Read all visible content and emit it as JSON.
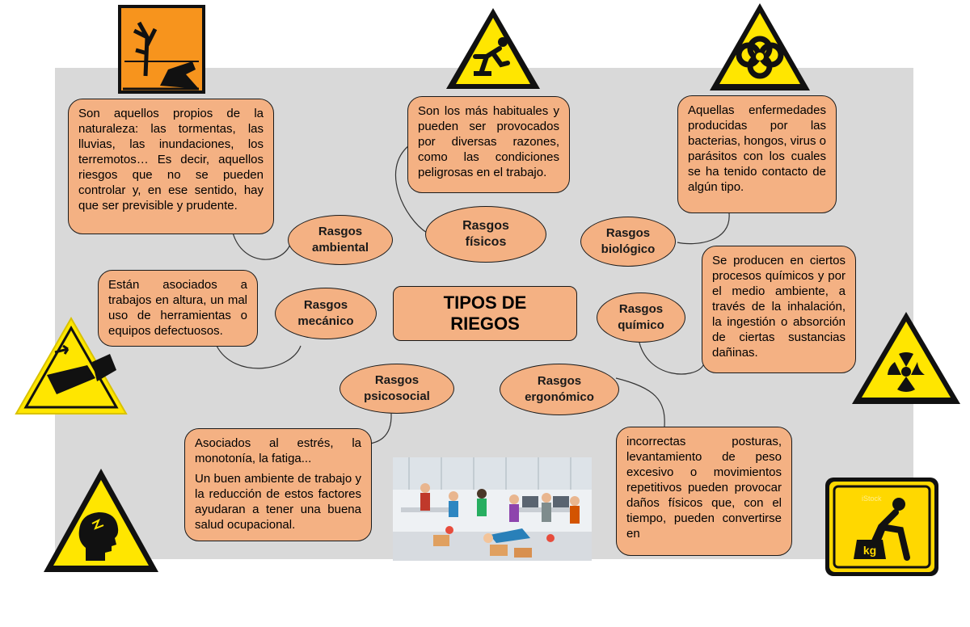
{
  "title": "TIPOS DE RIEGOS",
  "categories": {
    "ambiental": "Rasgos ambiental",
    "fisicos": "Rasgos físicos",
    "biologico": "Rasgos biológico",
    "mecanico": "Rasgos mecánico",
    "quimico": "Rasgos químico",
    "psicosocial": "Rasgos psicosocial",
    "ergonomico": "Rasgos ergonómico"
  },
  "descriptions": {
    "ambiental": "Son aquellos propios de la naturaleza: las tormentas, las lluvias, las inundaciones, los terremotos… Es decir, aquellos riesgos que no se pueden controlar y, en ese sentido, hay que ser previsible y prudente.",
    "fisicos": "Son los más habituales y pueden ser provocados por diversas razones, como las condiciones peligrosas en el trabajo.",
    "biologico": "Aquellas enfermedades producidas por las bacterias, hongos, virus o parásitos con los cuales se ha tenido contacto de algún tipo.",
    "mecanico": "Están asociados a trabajos en altura, un mal uso de herramientas o equipos defectuosos.",
    "quimico": "Se producen en ciertos procesos químicos y por el medio ambiente, a través de la inhalación, la ingestión o absorción de ciertas sustancias dañinas.",
    "psicosocial_1": "Asociados al estrés, la monotonía, la fatiga...",
    "psicosocial_2": "Un buen ambiente de trabajo y la reducción de estos factores ayudaran a tener una buena salud ocupacional.",
    "ergonomico": "incorrectas posturas, levantamiento de peso excesivo o movimientos repetitivos pueden provocar daños físicos que, con el tiempo, pueden convertirse en"
  },
  "signs": {
    "kg_label": "kg",
    "watermark": "iStock"
  },
  "colors": {
    "box_fill": "#f4b183",
    "board": "#d9d9d9",
    "hazard_yellow": "#ffe600",
    "environment_orange": "#f7941d"
  },
  "icons": {
    "environment": "environment-hazard-icon",
    "trip": "trip-hazard-icon",
    "biohazard": "biohazard-icon",
    "mechanical": "hand-crush-icon",
    "radiation": "radiation-icon",
    "psychosocial": "head-stress-icon",
    "ergonomic": "heavy-lifting-icon"
  }
}
